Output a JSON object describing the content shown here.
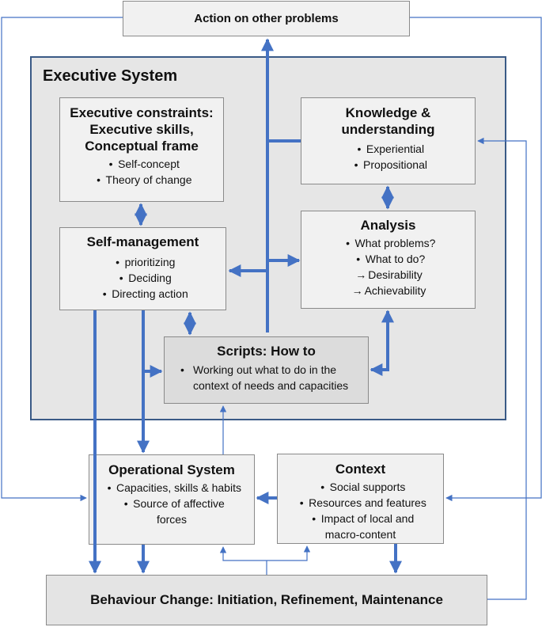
{
  "top_box": {
    "label": "Action on other problems"
  },
  "executive_system": {
    "label": "Executive System",
    "constraints": {
      "title_lines": [
        "Executive constraints:",
        "Executive skills,",
        "Conceptual frame"
      ],
      "items": [
        "Self-concept",
        "Theory of change"
      ]
    },
    "knowledge": {
      "title_lines": [
        "Knowledge &",
        "understanding"
      ],
      "items": [
        "Experiential",
        "Propositional"
      ]
    },
    "self_management": {
      "title": "Self-management",
      "items": [
        "prioritizing",
        "Deciding",
        "Directing action"
      ]
    },
    "analysis": {
      "title": "Analysis",
      "items": [
        {
          "marker": "•",
          "text": "What problems?"
        },
        {
          "marker": "•",
          "text": "What to do?"
        },
        {
          "marker": "→",
          "text": "Desirability"
        },
        {
          "marker": "→",
          "text": "Achievability"
        }
      ]
    },
    "scripts": {
      "title": "Scripts: How to",
      "item_lines": [
        "Working out what to do in the",
        "context of needs and capacities"
      ]
    }
  },
  "operational_system": {
    "title": "Operational System",
    "items": [
      {
        "lines": [
          "Capacities, skills & habits"
        ]
      },
      {
        "lines": [
          "Source of affective",
          "forces"
        ]
      }
    ]
  },
  "context": {
    "title": "Context",
    "items": [
      {
        "lines": [
          "Social supports"
        ]
      },
      {
        "lines": [
          "Resources and features"
        ]
      },
      {
        "lines": [
          "Impact of local and",
          "macro-content"
        ]
      }
    ]
  },
  "behaviour_change": {
    "label": "Behaviour Change: Initiation, Refinement, Maintenance"
  },
  "colors": {
    "arrow": "#4472c4",
    "border": "#8a8a8a",
    "exec_border": "#3a5a86"
  }
}
